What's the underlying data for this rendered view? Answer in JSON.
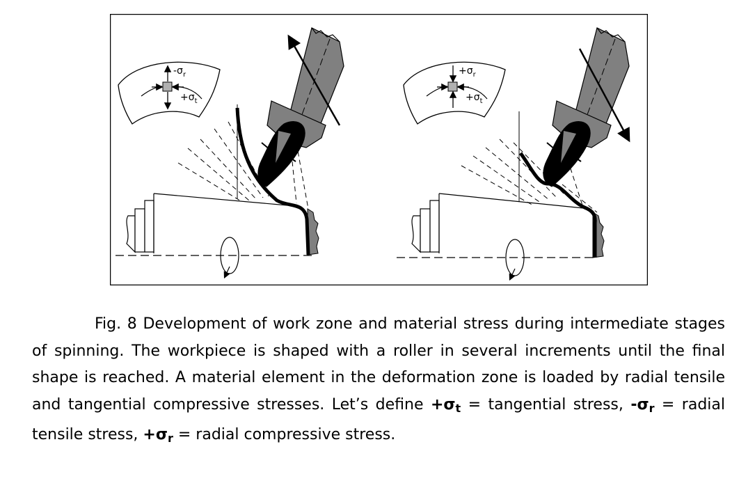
{
  "figure": {
    "left_panel": {
      "inset_label_top": "-σ",
      "inset_label_top_sub": "r",
      "inset_label_right": "+σ",
      "inset_label_right_sub": "t"
    },
    "right_panel": {
      "inset_label_top": "+σ",
      "inset_label_top_sub": "r",
      "inset_label_right": "+σ",
      "inset_label_right_sub": "t"
    },
    "colors": {
      "tool": "#808080",
      "sheet": "#000000",
      "stress_square": "#b0b0b0"
    }
  },
  "caption": {
    "text1": "Fig. 8 Development of work zone and material stress during intermediate stages of spinning. The workpiece is shaped with a roller in several increments until the final shape is reached. A material element in the deformation zone is loaded by radial tensile and tangential compressive stresses. Let’s define ",
    "sym1": "+σ",
    "sym1_sub": "t",
    "def1": " = tangential stress, ",
    "sym2": "-σ",
    "sym2_sub": "r",
    "def2": " = radial tensile stress, ",
    "sym3": "+σ",
    "sym3_sub": "r",
    "def3": " = radial compressive stress."
  }
}
